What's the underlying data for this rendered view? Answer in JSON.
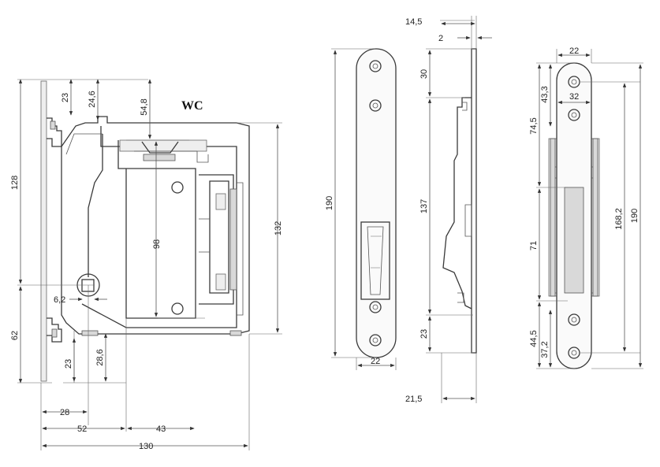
{
  "title": "WC",
  "front_view": {
    "dims": {
      "d23_top": "23",
      "d24_6": "24,6",
      "d54_8": "54,8",
      "d128": "128",
      "d98": "98",
      "d132": "132",
      "d6_2": "6,2",
      "d62": "62",
      "d23_bottom": "23",
      "d28_6": "28,6",
      "d28": "28",
      "d52": "52",
      "d43": "43",
      "d130": "130"
    }
  },
  "side_view": {
    "dims": {
      "d14_5": "14,5",
      "d2": "2",
      "d30": "30",
      "d190": "190",
      "d137": "137",
      "d23": "23",
      "d22": "22",
      "d21_5": "21,5"
    }
  },
  "strike_view": {
    "dims": {
      "d22": "22",
      "d43_3": "43,3",
      "d32": "32",
      "d74_5": "74,5",
      "d168_2": "168,2",
      "d190": "190",
      "d71": "71",
      "d44_5": "44,5",
      "d37_2": "37,2"
    }
  }
}
